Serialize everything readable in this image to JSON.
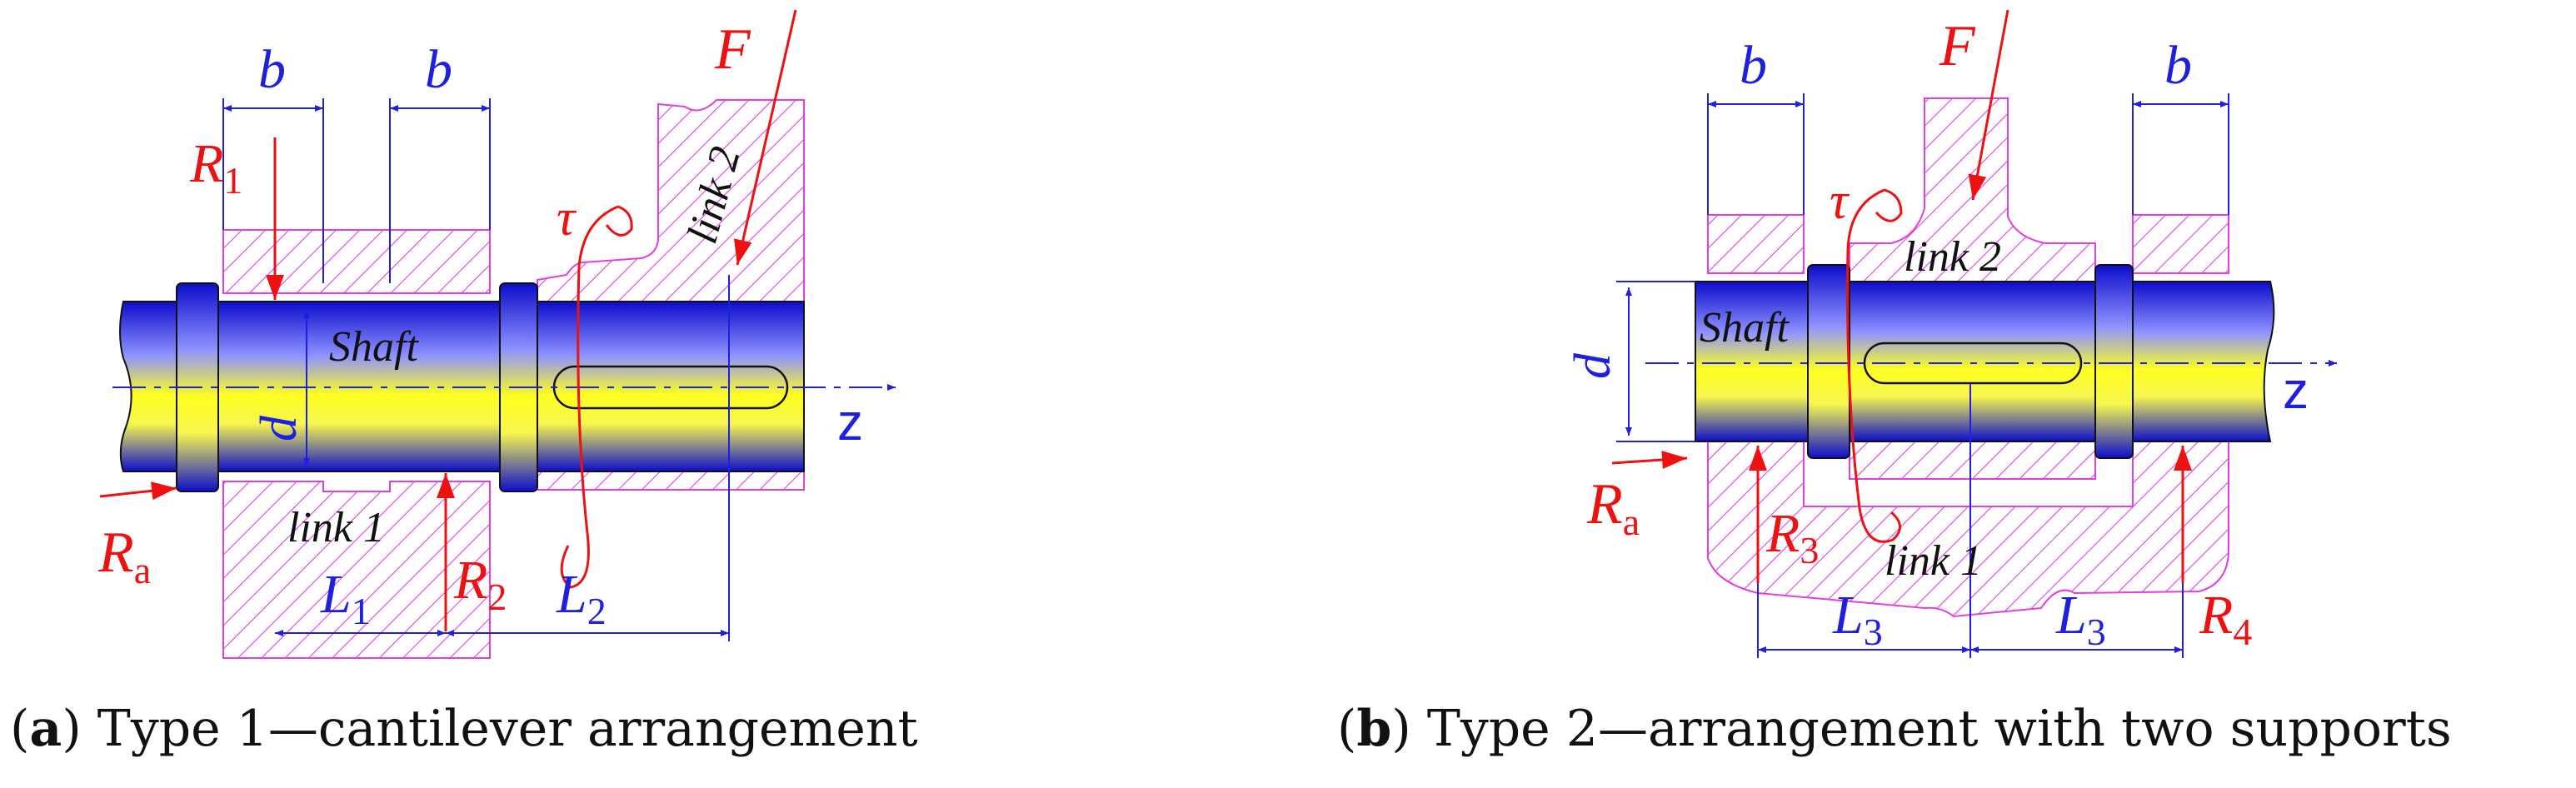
{
  "panel_a": {
    "caption_letter": "a",
    "caption_text": "Type 1—cantilever arrangement",
    "labels": {
      "b1": "b",
      "b2": "b",
      "F": "F",
      "R1_main": "R",
      "R1_sub": "1",
      "tau": "τ",
      "link2": "link 2",
      "shaft": "Shaft",
      "d": "d",
      "z": "z",
      "Ra_main": "R",
      "Ra_sub": "a",
      "link1": "link 1",
      "L1_main": "L",
      "L1_sub": "1",
      "R2_main": "R",
      "R2_sub": "2",
      "L2_main": "L",
      "L2_sub": "2"
    }
  },
  "panel_b": {
    "caption_letter": "b",
    "caption_text": "Type 2—arrangement with two supports",
    "labels": {
      "b1": "b",
      "b2": "b",
      "F": "F",
      "tau": "τ",
      "link2": "link 2",
      "shaft": "Shaft",
      "d": "d",
      "z": "z",
      "Ra_main": "R",
      "Ra_sub": "a",
      "R3_main": "R",
      "R3_sub": "3",
      "link1": "link 1",
      "L3a_main": "L",
      "L3a_sub": "3",
      "L3b_main": "L",
      "L3b_sub": "3",
      "R4_main": "R",
      "R4_sub": "4"
    }
  },
  "colors": {
    "dimension": "#1f1fe0",
    "force": "#ee1111",
    "hatch": "#e040e0",
    "shaft_blue": "#1010d0",
    "shaft_yellow": "#ffff10"
  }
}
